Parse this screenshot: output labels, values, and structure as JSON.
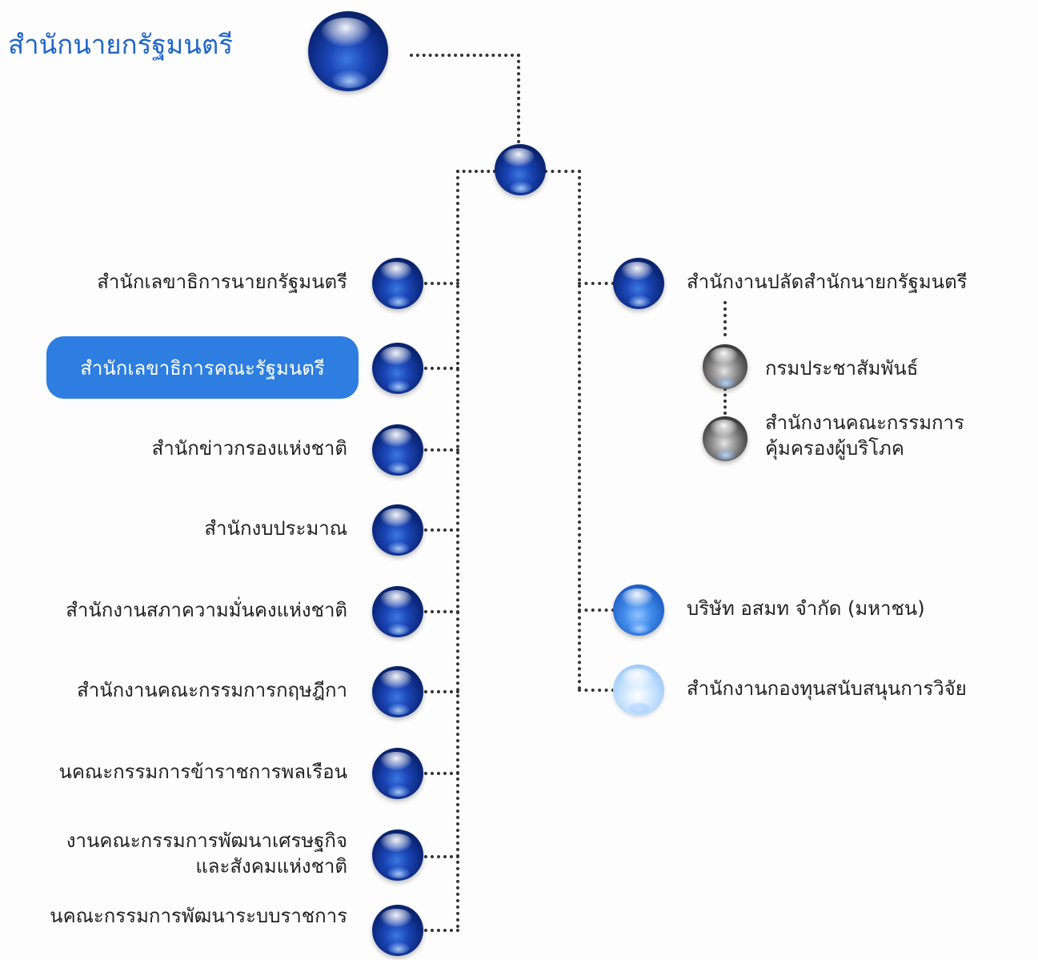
{
  "title": "สำนักนายกรัฐมนตรี",
  "left_branch": {
    "items": [
      {
        "lines": [
          "สำนักเลขาธิการนายกรัฐมนตรี"
        ]
      },
      {
        "lines": [
          "สำนักเลขาธิการคณะรัฐมนตรี"
        ],
        "highlighted": true
      },
      {
        "lines": [
          "สำนักข่าวกรองแห่งชาติ"
        ]
      },
      {
        "lines": [
          "สำนักงบประมาณ"
        ]
      },
      {
        "lines": [
          "สำนักงานสภาความมั่นคงแห่งชาติ"
        ]
      },
      {
        "lines": [
          "สำนักงานคณะกรรมการกฤษฎีกา"
        ]
      },
      {
        "lines": [
          "นคณะกรรมการข้าราชการพลเรือน"
        ]
      },
      {
        "lines": [
          "งานคณะกรรมการพัฒนาเศรษฐกิจ",
          "และสังคมแห่งชาติ"
        ]
      },
      {
        "lines": [
          "นคณะกรรมการพัฒนาระบบราชการ"
        ]
      }
    ]
  },
  "right_branch": {
    "main": "สำนักงานปลัดสำนักนายกรัฐมนตรี",
    "sub_items": [
      {
        "lines": [
          "กรมประชาสัมพันธ์"
        ]
      },
      {
        "lines": [
          "สำนักงานคณะกรรมการ",
          "คุ้มครองผู้บริโภค"
        ]
      }
    ],
    "others": [
      {
        "lines": [
          "บริษัท อสมท จำกัด (มหาชน)"
        ]
      },
      {
        "lines": [
          "สำนักงานกองทุนสนับสนุนการวิจัย"
        ]
      }
    ]
  },
  "colors": {
    "title": "#1f66c9",
    "highlight_bg": "#2d7ee0",
    "connector": "#333333"
  },
  "icons": {
    "node": "sphere-icon"
  }
}
